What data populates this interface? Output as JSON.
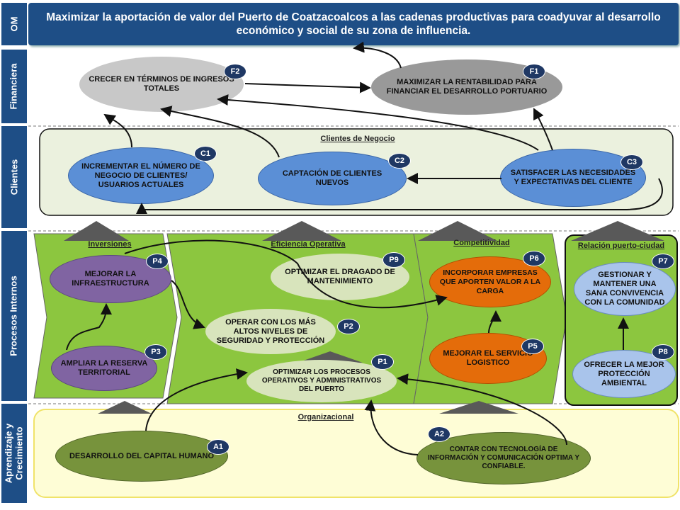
{
  "mission": "Maximizar  la aportación de valor del Puerto de Coatzacoalcos  a las cadenas productivas para coadyuvar al desarrollo económico y social de su zona de influencia.",
  "bands": {
    "om": "OM",
    "financiera": "Financiera",
    "clientes": "Clientes",
    "procesos": "Procesos Internos",
    "aprendizaje_1": "Aprendizaje y",
    "aprendizaje_2": "Crecimiento"
  },
  "sections": {
    "clientes_negocio": "Clientes de Negocio",
    "inversiones": "Inversiones",
    "eficiencia": "Eficiencia  Operativa",
    "competitividad": "Competitividad",
    "relacion": "Relación puerto-ciudad",
    "organizacional": "Organizacional"
  },
  "nodes": {
    "F1": {
      "badge": "F1",
      "text": "MAXIMIZAR  LA RENTABILIDAD  PARA FINANCIAR  EL DESARROLLO PORTUARIO"
    },
    "F2": {
      "badge": "F2",
      "text": "CRECER EN TÉRMINOS DE INGRESOS TOTALES"
    },
    "C1": {
      "badge": "C1",
      "text": "INCREMENTAR  EL NÚMERO DE NEGOCIO DE CLIENTES/ USUARIOS  ACTUALES"
    },
    "C2": {
      "badge": "C2",
      "text": "CAPTACIÓN DE CLIENTES  NUEVOS"
    },
    "C3": {
      "badge": "C3",
      "text": "SATISFACER LAS NECESIDADES  Y EXPECTATIVAS DEL CLIENTE"
    },
    "P4": {
      "badge": "P4",
      "text": "MEJORAR LA INFRAESTRUCTURA"
    },
    "P3": {
      "badge": "P3",
      "text": "AMPLIAR  LA RESERVA TERRITORIAL"
    },
    "P9": {
      "badge": "P9",
      "text": "OPTIMIZAR EL DRAGADO DE MANTENIMIENTO"
    },
    "P2": {
      "badge": "P2",
      "text": "OPERAR  CON LOS MÁS ALTOS NIVELES DE  SEGURIDAD Y PROTECCIÓN"
    },
    "P1": {
      "badge": "P1",
      "text": "OPTIMIZAR LOS PROCESOS OPERATIVOS Y ADMINISTRATIVOS DEL PUERTO"
    },
    "P6": {
      "badge": "P6",
      "text": "INCORPORAR  EMPRESAS QUE APORTEN  VALOR  A LA CARGA"
    },
    "P5": {
      "badge": "P5",
      "text": "MEJORAR EL SERVICIO LOGISTICO"
    },
    "P7": {
      "badge": "P7",
      "text": "GESTIONAR  Y MANTENER UNA SANA CONVIVENCIA CON LA COMUNIDAD"
    },
    "P8": {
      "badge": "P8",
      "text": "OFRECER  LA MEJOR PROTECCIÓN AMBIENTAL"
    },
    "A1": {
      "badge": "A1",
      "text": "DESARROLLO  DEL CAPITAL HUMANO"
    },
    "A2": {
      "badge": "A2",
      "text": "CONTAR CON TECNOLOGÍA  DE INFORMACIÓN  Y COMUNICACIÓN  OPTIMA Y CONFIABLE."
    }
  },
  "colors": {
    "band_blue": "#1e4e86",
    "gray_light": "#c8c8c8",
    "gray_dark": "#999999",
    "client_blue": "#5b8fd6",
    "process_green": "#8cc63f",
    "purple": "#8064a2",
    "pale_green": "#d8e4bc",
    "orange": "#e46c0a",
    "light_blue": "#a9c4eb",
    "olive": "#77933c",
    "yellow": "#fefdd6"
  }
}
